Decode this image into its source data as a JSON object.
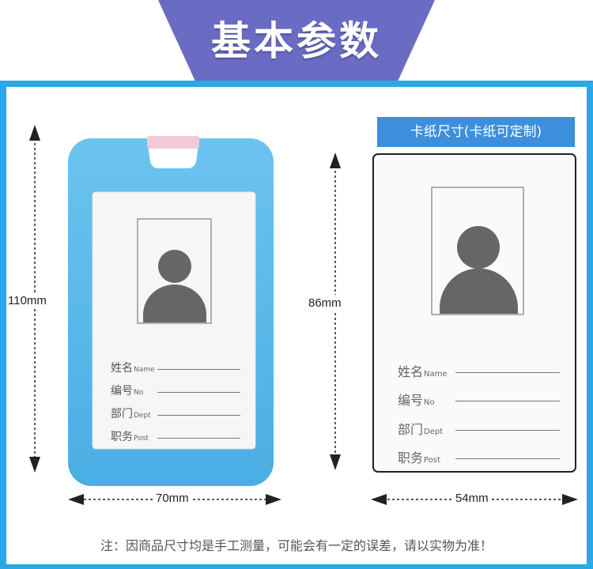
{
  "header": {
    "title": "基本参数"
  },
  "holder": {
    "height_label": "110mm",
    "width_label": "70mm",
    "fields": [
      {
        "cn": "姓名",
        "en": "Name"
      },
      {
        "cn": "编号",
        "en": "No"
      },
      {
        "cn": "部门",
        "en": "Dept"
      },
      {
        "cn": "职务",
        "en": "Post"
      }
    ]
  },
  "card": {
    "badge": "卡纸尺寸(卡纸可定制)",
    "height_label": "86mm",
    "width_label": "54mm",
    "fields": [
      {
        "cn": "姓名",
        "en": "Name"
      },
      {
        "cn": "编号",
        "en": "No"
      },
      {
        "cn": "部门",
        "en": "Dept"
      },
      {
        "cn": "职务",
        "en": "Post"
      }
    ]
  },
  "note": "注：因商品尺寸均是手工测量，可能会有一定的误差，请以实物为准！",
  "colors": {
    "frame": "#29a9e6",
    "header": "#6a6cc4",
    "holder": "#5bb8e8",
    "badge": "#3d8fdc"
  }
}
